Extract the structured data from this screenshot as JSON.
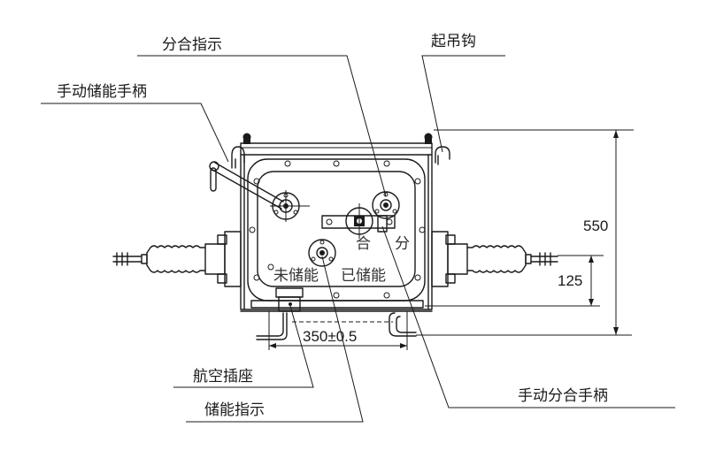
{
  "diagram": {
    "title": "Outdoor vacuum circuit breaker outline drawing",
    "callouts": {
      "open_close_indicator": "分合指示",
      "lifting_hook": "起吊钩",
      "manual_charging_handle": "手动储能手柄",
      "aviation_socket": "航空插座",
      "charging_indicator": "储能指示",
      "manual_open_close_handle": "手动分合手柄"
    },
    "panel_markings": {
      "close": "合",
      "open": "分",
      "not_charged": "未储能",
      "charged": "已储能"
    },
    "dimensions": {
      "height_total": "550",
      "terminal_height": "125",
      "mount_spacing": "350±0.5"
    },
    "colors": {
      "line": "#1a1a1a",
      "background": "#ffffff"
    }
  }
}
